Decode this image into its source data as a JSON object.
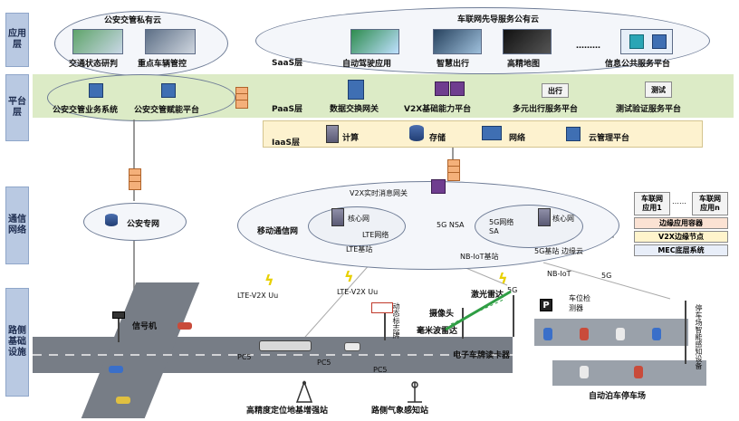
{
  "layers": {
    "app": "应用层",
    "platform": "平台层",
    "comm": "通信网络",
    "roadside": "路侧基础设施"
  },
  "police_cloud": {
    "title": "公安交管私有云",
    "app_items": [
      "交通状态研判",
      "重点车辆管控"
    ],
    "platform_items": [
      "公安交管业务系统",
      "公安交管赋能平台"
    ]
  },
  "public_cloud": {
    "title": "车联网先导服务公有云",
    "saas_label": "SaaS层",
    "saas_items": [
      "自动驾驶应用",
      "智慧出行",
      "高精地图",
      "信息公共服务平台"
    ],
    "saas_ellipsis": "………",
    "paas_label": "PaaS层",
    "paas_items": [
      "数据交换网关",
      "V2X基础能力平台",
      "多元出行服务平台",
      "测试验证服务平台"
    ],
    "paas_icon_captions": [
      "出行",
      "测试"
    ],
    "iaas_label": "IaaS层",
    "iaas_items": [
      "计算",
      "存储",
      "网络",
      "云管理平台"
    ]
  },
  "network": {
    "police_network": "公安专网",
    "v2x_gateway": "V2X实时消息网关",
    "mobile_network": "移动通信网",
    "core_net_1": "核心网",
    "lte_network": "LTE网络",
    "lte_bs": "LTE基站",
    "nsa": "5G NSA",
    "sa_net": "5G网络\nSA",
    "core_net_2": "核心网",
    "nbiot_bs": "NB-IoT基站",
    "g5_bs": "5G基站",
    "edge_cloud": "边缘云",
    "nbiot": "NB-IoT",
    "g5": "5G",
    "lte_v2x_1": "LTE-V2X Uu",
    "lte_v2x_2": "LTE-V2X Uu",
    "mec_app_1": "车联网\n应用1",
    "mec_dots": "……",
    "mec_app_n": "车联网\n应用n",
    "mec_container": "边缘应用容器",
    "mec_node": "V2X边缘节点",
    "mec_base": "MEC底层系统"
  },
  "roadside": {
    "signal": "信号机",
    "dynamic_sign": "动态标志牌",
    "camera": "摄像头",
    "lidar": "激光雷达",
    "mmw_radar": "毫米波雷达",
    "g5_tag": "5G",
    "plate_reader": "电子车牌读卡器",
    "p_sign": "P",
    "parking_detector": "车位检测器",
    "parking_sensor": "停车场智能感知设备",
    "auto_parking": "自动泊车停车场",
    "gnss_station": "高精度定位地基增强站",
    "weather_station": "路侧气象感知站",
    "pc5": "PC5"
  },
  "colors": {
    "cloud_fill": "#f4f6fa",
    "band_green": "#dcebc6",
    "band_yellow": "#fdf2cf",
    "layer_tag": "#b9c9e2",
    "road": "#777d86",
    "bolt": "#e8d000"
  }
}
